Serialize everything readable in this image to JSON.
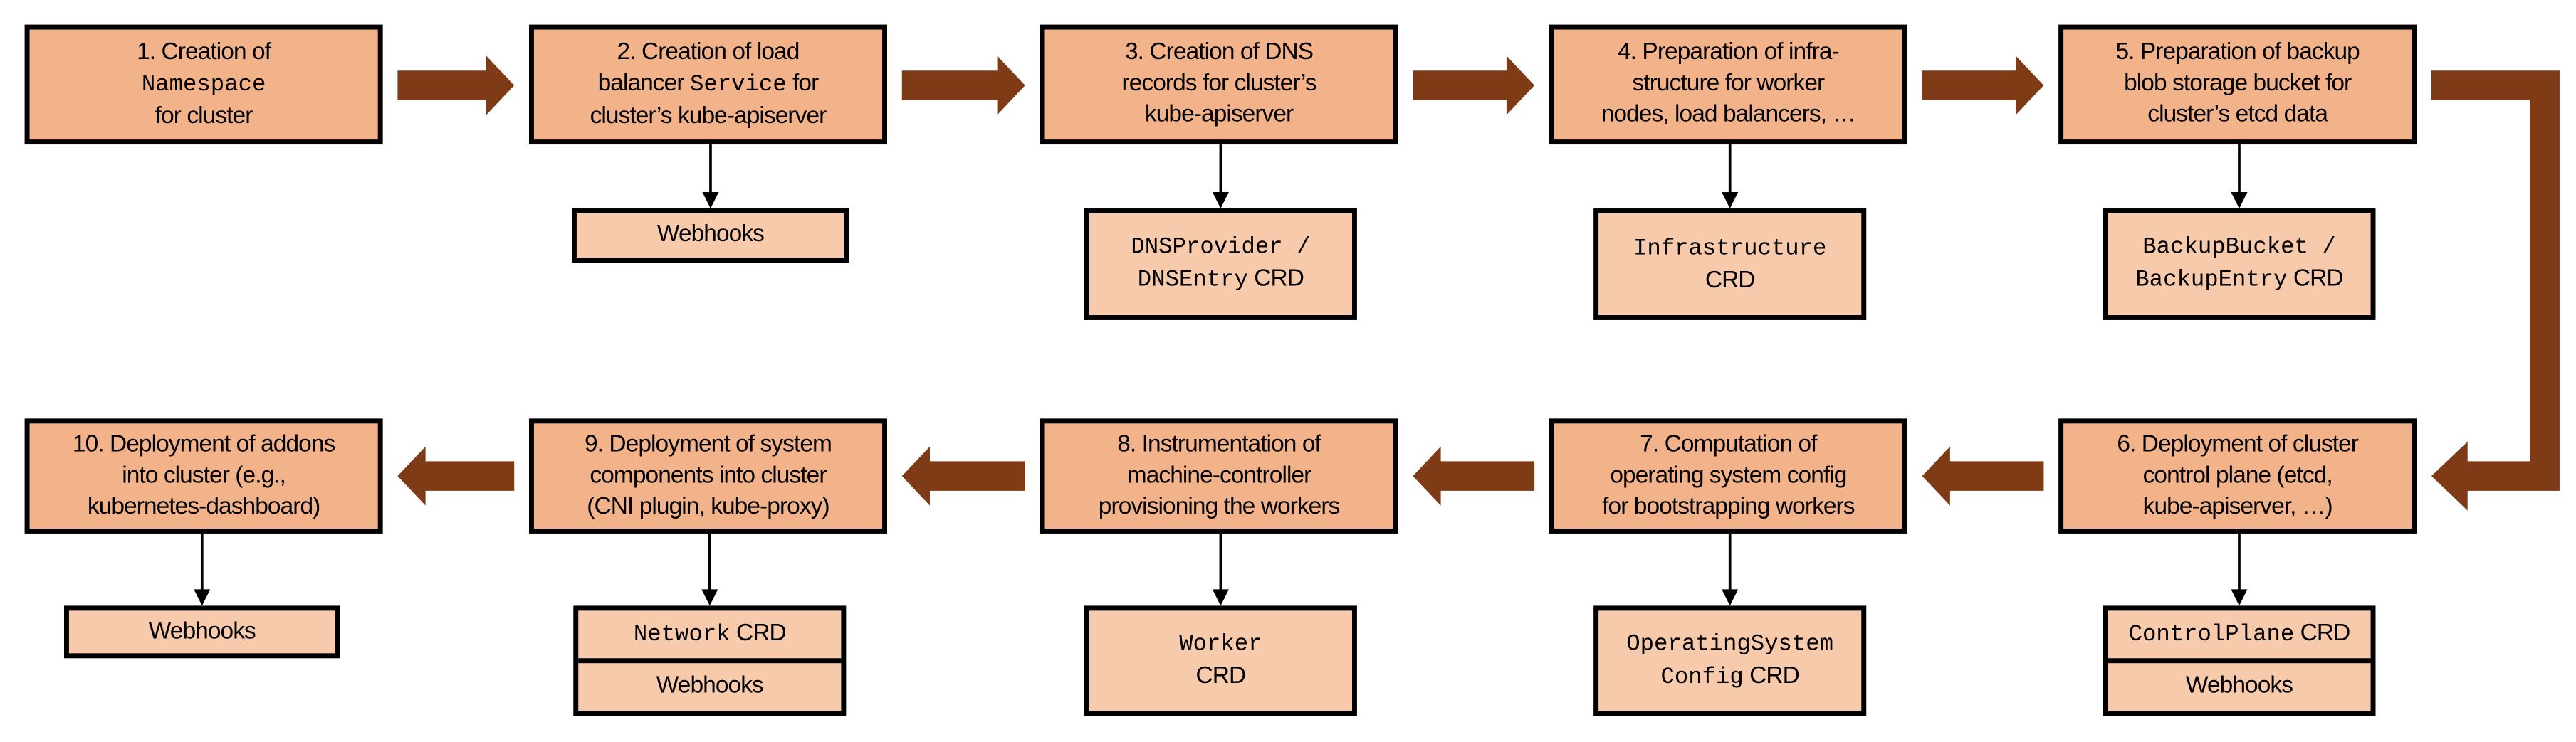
{
  "colors": {
    "step_fill": "#F2B28A",
    "component_fill": "#F7CAAC",
    "flow_arrow": "#7F3B16",
    "border": "#000000"
  },
  "steps": [
    {
      "lines": [
        [
          {
            "t": "1. Creation of"
          }
        ],
        [
          {
            "t": "Namespace",
            "mono": true
          }
        ],
        [
          {
            "t": "for cluster"
          }
        ]
      ],
      "components": []
    },
    {
      "lines": [
        [
          {
            "t": "2. Creation of load"
          }
        ],
        [
          {
            "t": "balancer "
          },
          {
            "t": "Service",
            "mono": true
          },
          {
            "t": " for"
          }
        ],
        [
          {
            "t": "cluster’s kube-apiserver"
          }
        ]
      ],
      "components": [
        [
          [
            {
              "t": "Webhooks"
            }
          ]
        ]
      ]
    },
    {
      "lines": [
        [
          {
            "t": "3. Creation of DNS"
          }
        ],
        [
          {
            "t": "records for cluster’s"
          }
        ],
        [
          {
            "t": "kube-apiserver"
          }
        ]
      ],
      "components": [
        [
          [
            {
              "t": "DNSProvider /",
              "mono": true
            }
          ],
          [
            {
              "t": "DNSEntry",
              "mono": true
            },
            {
              "t": " CRD"
            }
          ]
        ]
      ]
    },
    {
      "lines": [
        [
          {
            "t": "4. Preparation of infra-"
          }
        ],
        [
          {
            "t": "structure for worker"
          }
        ],
        [
          {
            "t": "nodes, load balancers, …"
          }
        ]
      ],
      "components": [
        [
          [
            {
              "t": "Infrastructure",
              "mono": true
            }
          ],
          [
            {
              "t": "CRD"
            }
          ]
        ]
      ]
    },
    {
      "lines": [
        [
          {
            "t": "5. Preparation of backup"
          }
        ],
        [
          {
            "t": "blob storage bucket for"
          }
        ],
        [
          {
            "t": "cluster’s etcd data"
          }
        ]
      ],
      "components": [
        [
          [
            {
              "t": "BackupBucket /",
              "mono": true
            }
          ],
          [
            {
              "t": "BackupEntry",
              "mono": true
            },
            {
              "t": " CRD"
            }
          ]
        ]
      ]
    },
    {
      "lines": [
        [
          {
            "t": "6. Deployment of cluster"
          }
        ],
        [
          {
            "t": "control plane (etcd,"
          }
        ],
        [
          {
            "t": "kube-apiserver, …)"
          }
        ]
      ],
      "components": [
        [
          [
            {
              "t": "ControlPlane",
              "mono": true
            },
            {
              "t": " CRD"
            }
          ]
        ],
        [
          [
            {
              "t": "Webhooks"
            }
          ]
        ]
      ]
    },
    {
      "lines": [
        [
          {
            "t": "7. Computation of"
          }
        ],
        [
          {
            "t": "operating system config"
          }
        ],
        [
          {
            "t": "for bootstrapping workers"
          }
        ]
      ],
      "components": [
        [
          [
            {
              "t": "OperatingSystem",
              "mono": true
            }
          ],
          [
            {
              "t": "Config",
              "mono": true
            },
            {
              "t": " CRD"
            }
          ]
        ]
      ]
    },
    {
      "lines": [
        [
          {
            "t": "8. Instrumentation of"
          }
        ],
        [
          {
            "t": "machine-controller"
          }
        ],
        [
          {
            "t": "provisioning the workers"
          }
        ]
      ],
      "components": [
        [
          [
            {
              "t": "Worker",
              "mono": true
            }
          ],
          [
            {
              "t": "CRD"
            }
          ]
        ]
      ]
    },
    {
      "lines": [
        [
          {
            "t": "9. Deployment of system"
          }
        ],
        [
          {
            "t": "components into cluster"
          }
        ],
        [
          {
            "t": "(CNI plugin, kube-proxy)"
          }
        ]
      ],
      "components": [
        [
          [
            {
              "t": "Network",
              "mono": true
            },
            {
              "t": " CRD"
            }
          ]
        ],
        [
          [
            {
              "t": "Webhooks"
            }
          ]
        ]
      ]
    },
    {
      "lines": [
        [
          {
            "t": "10. Deployment of addons"
          }
        ],
        [
          {
            "t": "into cluster (e.g.,"
          }
        ],
        [
          {
            "t": "kubernetes-dashboard)"
          }
        ]
      ],
      "components": [
        [
          [
            {
              "t": "Webhooks"
            }
          ]
        ]
      ]
    }
  ]
}
